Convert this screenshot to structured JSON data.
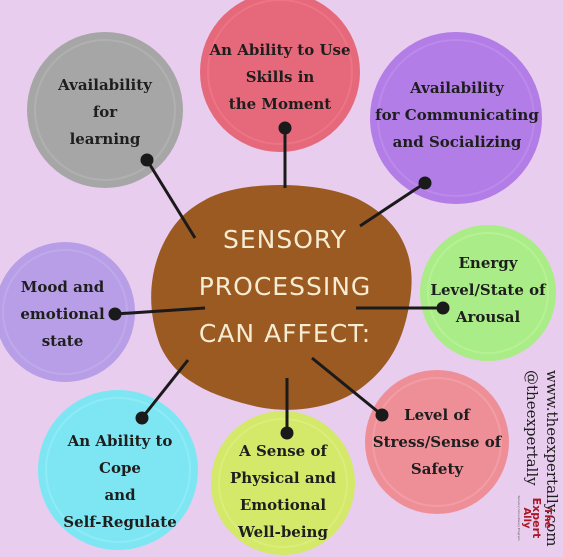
{
  "colors": {
    "background": "#e8cdee",
    "center": "#9a5a22",
    "center_text": "#f6ecd2",
    "gray": "#a6a6a6",
    "red": "#e5697a",
    "purple": "#b27de6",
    "green": "#aaec87",
    "lavender": "#b79ee6",
    "cyan": "#7ee6f3",
    "yellow_green": "#d4e86a",
    "pink": "#ee8f98",
    "connector": "#1a1a1a",
    "logo": "#a81825"
  },
  "center": {
    "lines": [
      "SENSORY",
      "PROCESSING",
      "CAN AFFECT:"
    ]
  },
  "bubbles": {
    "learning": {
      "lines": [
        "Availability",
        "for",
        "learning"
      ]
    },
    "skills": {
      "lines": [
        "An Ability to Use",
        "Skills in",
        "the Moment"
      ]
    },
    "communicating": {
      "lines": [
        "Availability",
        "for Communicating",
        "and Socializing"
      ]
    },
    "energy": {
      "lines": [
        "Energy",
        "Level/State of",
        "Arousal"
      ]
    },
    "mood": {
      "lines": [
        "Mood and",
        "emotional",
        "state"
      ]
    },
    "stress": {
      "lines": [
        "Level of",
        "Stress/Sense of",
        "Safety"
      ]
    },
    "wellbeing": {
      "lines": [
        "A Sense of",
        "Physical and",
        "Emotional",
        "Well-being"
      ]
    },
    "cope": {
      "lines": [
        "An Ability to",
        "Cope",
        "and",
        "Self-Regulate"
      ]
    }
  },
  "side": {
    "url": "www.theexpertally.com",
    "handle": "@theexpertally"
  },
  "logo": {
    "line1": "The",
    "line2": "Expert",
    "line3": "Ally",
    "tagline": "Sensory Consultancy Program"
  }
}
